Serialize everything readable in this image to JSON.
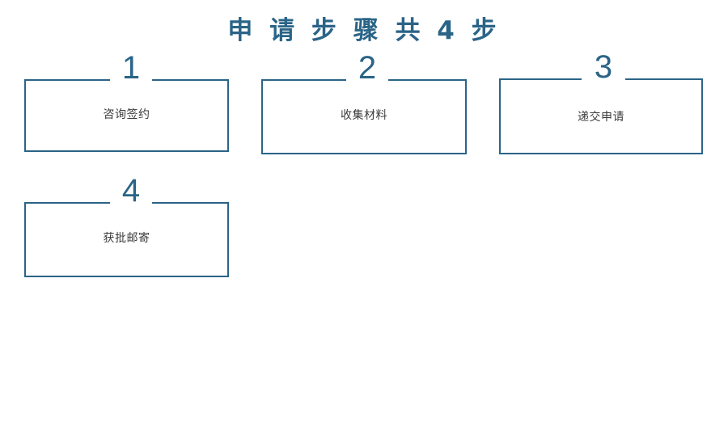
{
  "slide": {
    "title": "申 请 步 骤 共  4  步",
    "background_color": "#ffffff",
    "accent_color": "#2a6487",
    "label_color": "#3b3b3b"
  },
  "steps": [
    {
      "number": "1",
      "label": "咨询签约"
    },
    {
      "number": "2",
      "label": "收集材料"
    },
    {
      "number": "3",
      "label": "递交申请"
    },
    {
      "number": "4",
      "label": "获批邮寄"
    }
  ]
}
